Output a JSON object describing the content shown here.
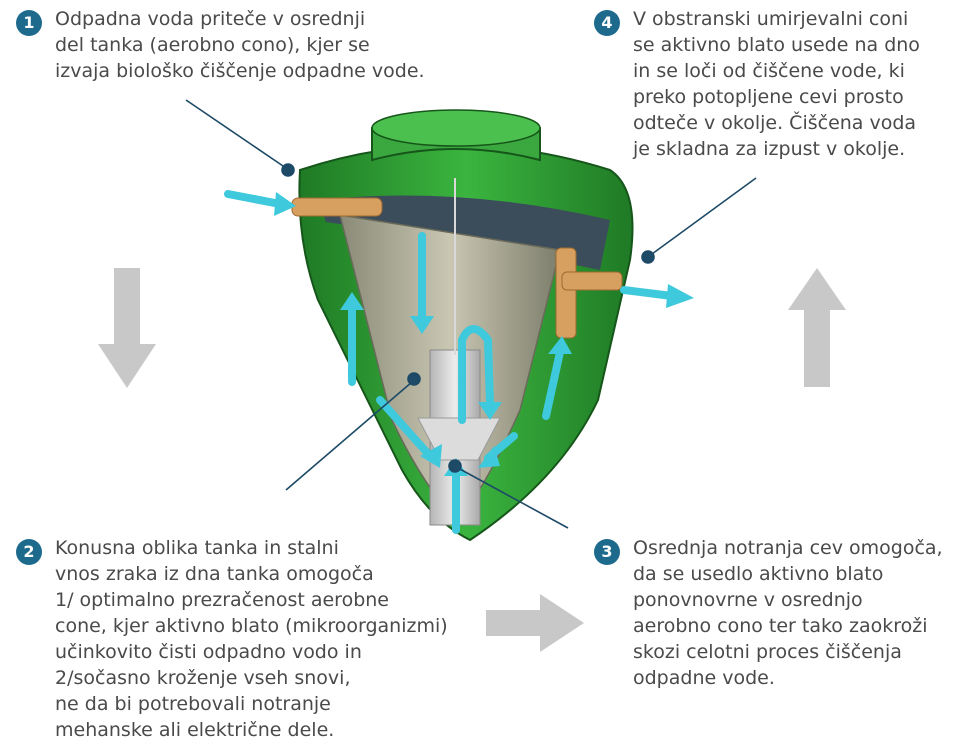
{
  "steps": [
    {
      "number": "1",
      "lines": [
        "Odpadna voda priteče v osrednji",
        "del tanka (aerobno cono), kjer se",
        "izvaja biološko čiščenje odpadne vode."
      ]
    },
    {
      "number": "2",
      "lines": [
        "Konusna oblika tanka in stalni",
        "vnos zraka iz dna tanka omogoča",
        "1/ optimalno prezračenost aerobne",
        "cone, kjer aktivno blato (mikroorganizmi)",
        "učinkovito čisti odpadno vodo in",
        "2/sočasno kroženje vseh snovi,",
        "ne da bi potrebovali notranje",
        "mehanske ali električne dele."
      ]
    },
    {
      "number": "3",
      "lines": [
        "Osrednja notranja cev omogoča,",
        "da se usedlo aktivno blato",
        "ponovnovrne v osrednjo",
        "aerobno cono ter tako zaokroži",
        "skozi celotni proces čiščenja",
        "odpadne vode."
      ]
    },
    {
      "number": "4",
      "lines": [
        "V obstranski umirjevalni coni",
        "se aktivno blato usede na dno",
        "in se loči od čiščene vode, ki",
        "preko potopljene cevi prosto",
        "odteče v okolje. Čiščena voda",
        "je skladna za izpust v okolje."
      ]
    }
  ],
  "colors": {
    "badge": "#1d6a8c",
    "text": "#4a4a4a",
    "tank_green": "#2e9a32",
    "tank_green_dark": "#1d6e22",
    "flow_arrow": "#3ec9dc",
    "pipe_orange": "#d8a060",
    "grey_arrow": "#c8c8c8",
    "leader_line": "#1d4a66"
  },
  "icons": [
    "arrow-down-icon",
    "arrow-up-icon",
    "arrow-right-icon",
    "septic-tank-illustration"
  ]
}
